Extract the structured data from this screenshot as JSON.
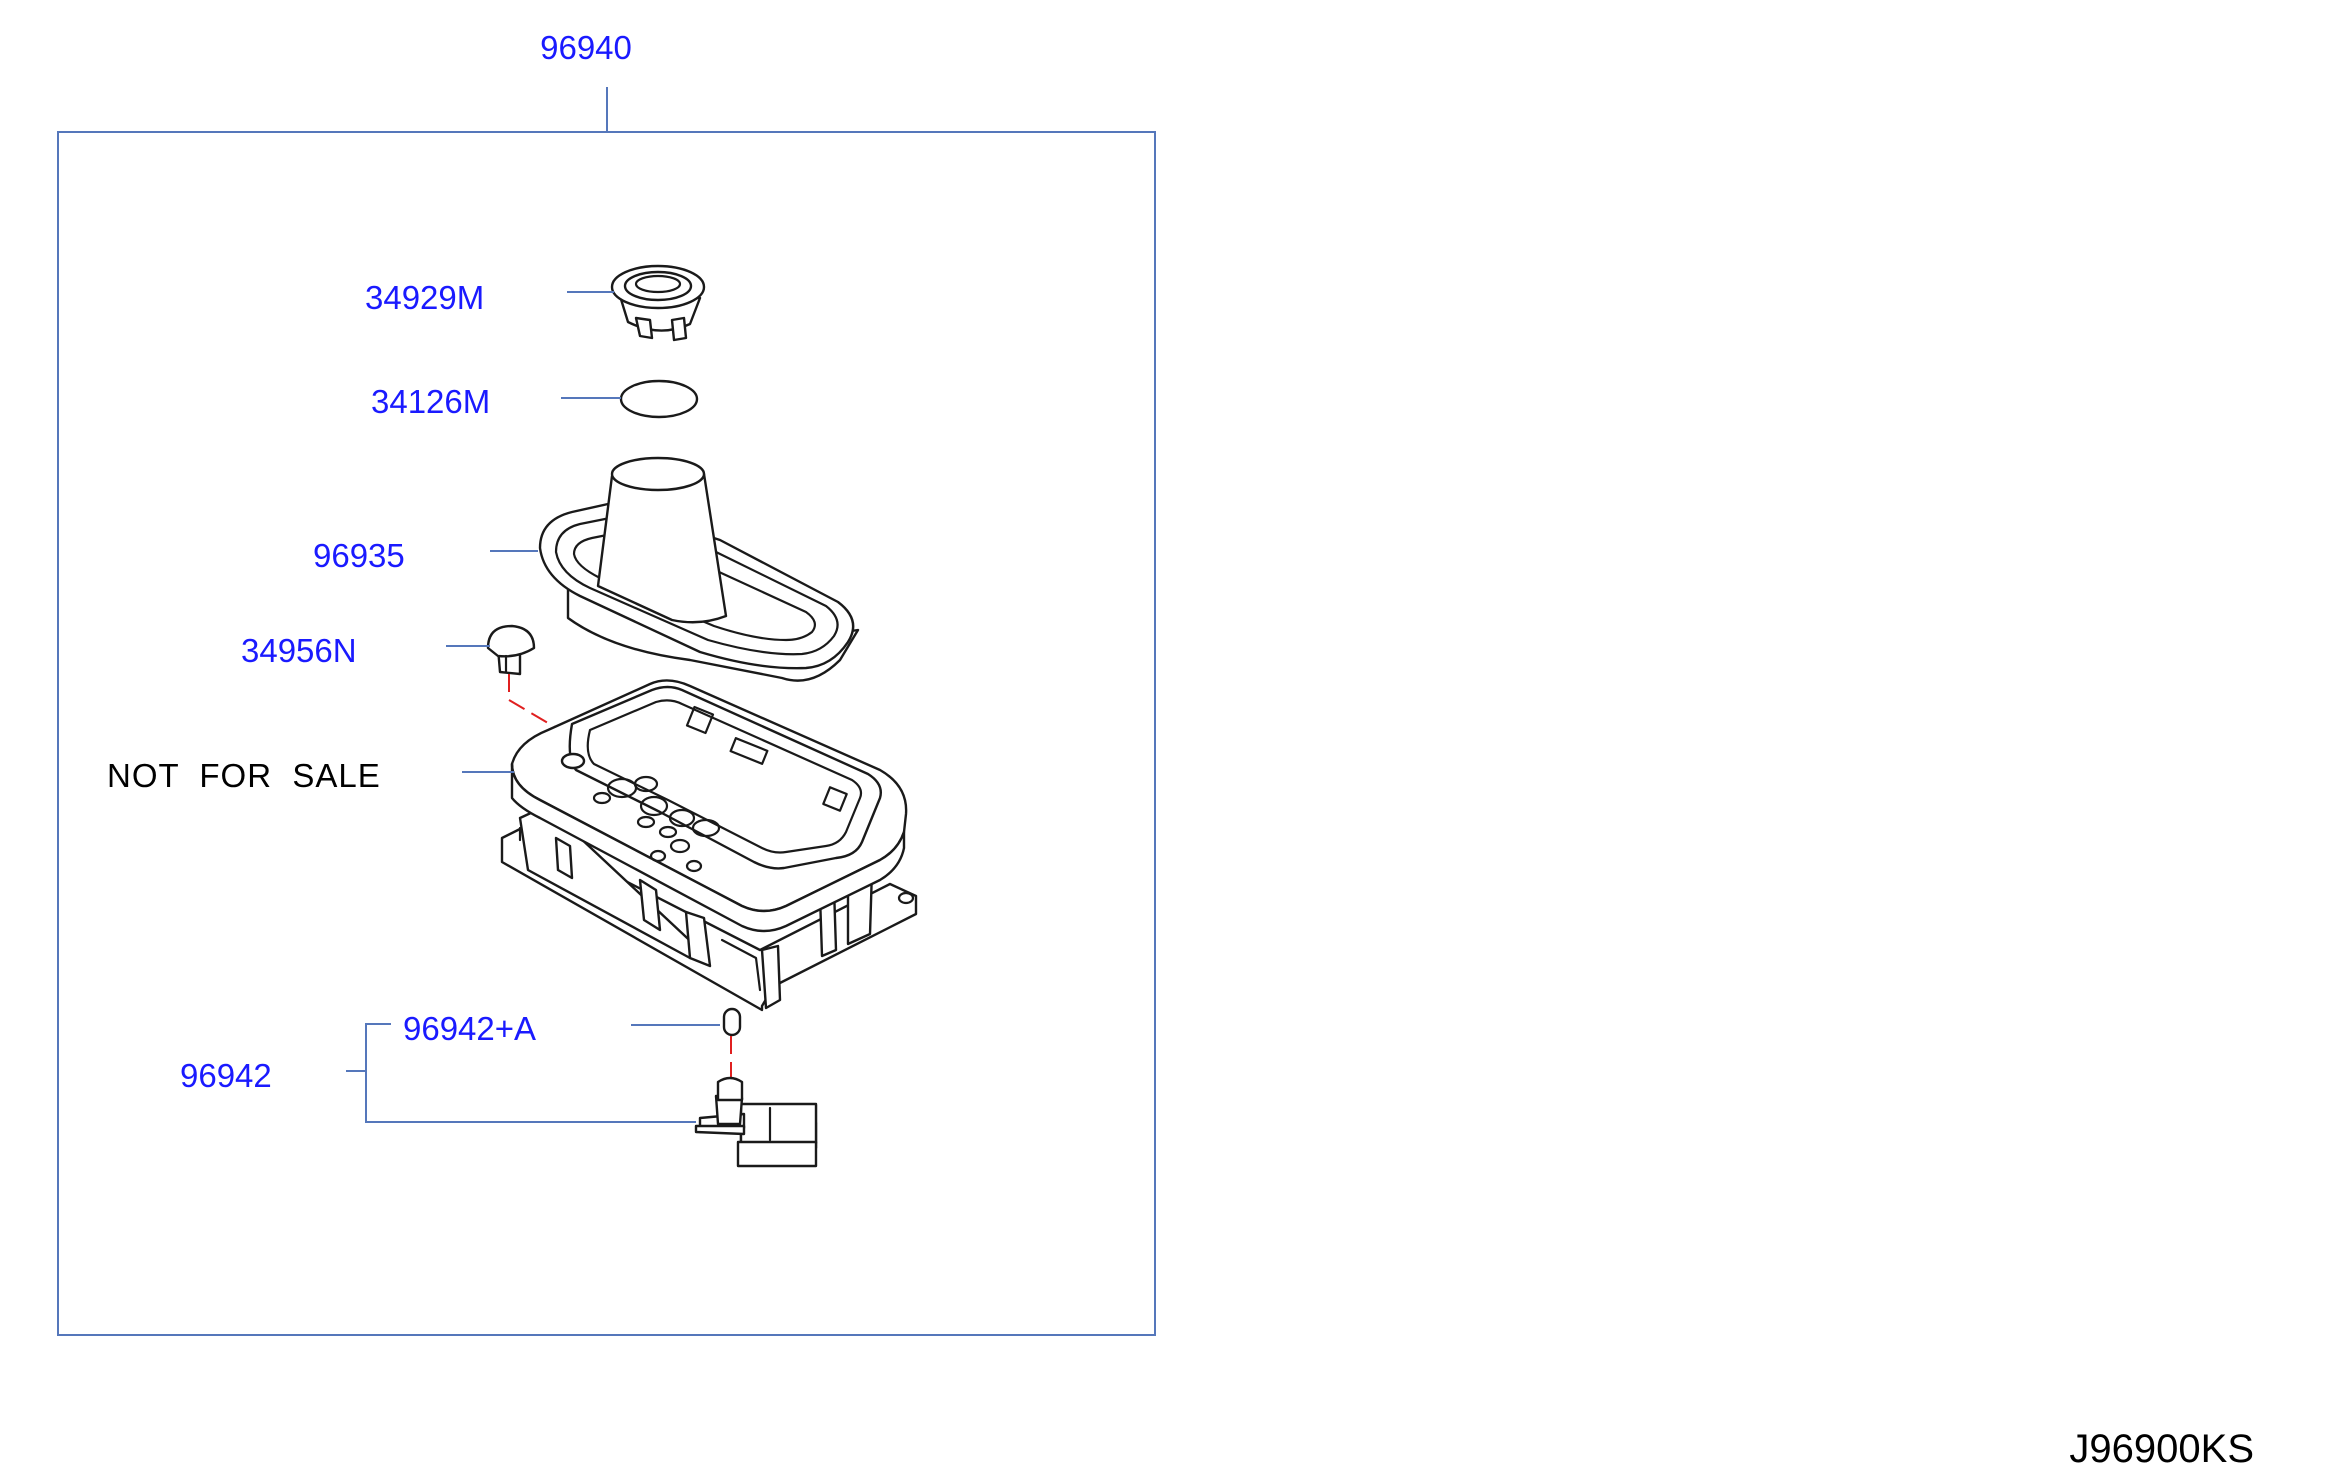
{
  "assembly": {
    "number": "96940",
    "parts": [
      {
        "id": "34929M"
      },
      {
        "id": "34126M"
      },
      {
        "id": "96935"
      },
      {
        "id": "34956N"
      },
      {
        "id": "NOT  FOR  SALE"
      },
      {
        "id": "96942+A"
      },
      {
        "id": "96942"
      }
    ]
  },
  "diagram_code": "J96900KS",
  "colors": {
    "callout_text": "#1a1aff",
    "leader_line": "#5577bb",
    "alignment_dash": "#e02020",
    "part_outline": "#1a1a1a"
  }
}
